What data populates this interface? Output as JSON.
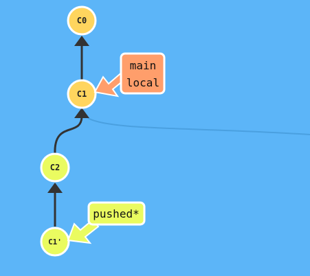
{
  "colors": {
    "background": "#5cb5f8",
    "commit_yellow": "#ffd55e",
    "commit_green": "#eafb60",
    "branch_main": "#ff9e6b",
    "branch_pushed": "#eafb60",
    "edge": "#333333",
    "ghost_edge": "#4aa0e0",
    "outline": "#ffffff"
  },
  "commits": [
    {
      "id": "c0",
      "label": "C0",
      "color_key": "commit_yellow"
    },
    {
      "id": "c1",
      "label": "C1",
      "color_key": "commit_yellow"
    },
    {
      "id": "c2",
      "label": "C2",
      "color_key": "commit_green"
    },
    {
      "id": "c1p",
      "label": "C1'",
      "color_key": "commit_green"
    }
  ],
  "edges": [
    {
      "from": "c1",
      "to": "c0"
    },
    {
      "from": "c2",
      "to": "c1"
    },
    {
      "from": "c1p",
      "to": "c2"
    }
  ],
  "branches": [
    {
      "id": "main-local",
      "lines": [
        "main",
        "local"
      ],
      "target": "c1",
      "color_key": "branch_main"
    },
    {
      "id": "pushed",
      "lines": [
        "pushed*"
      ],
      "target": "c1p",
      "color_key": "branch_pushed"
    }
  ]
}
